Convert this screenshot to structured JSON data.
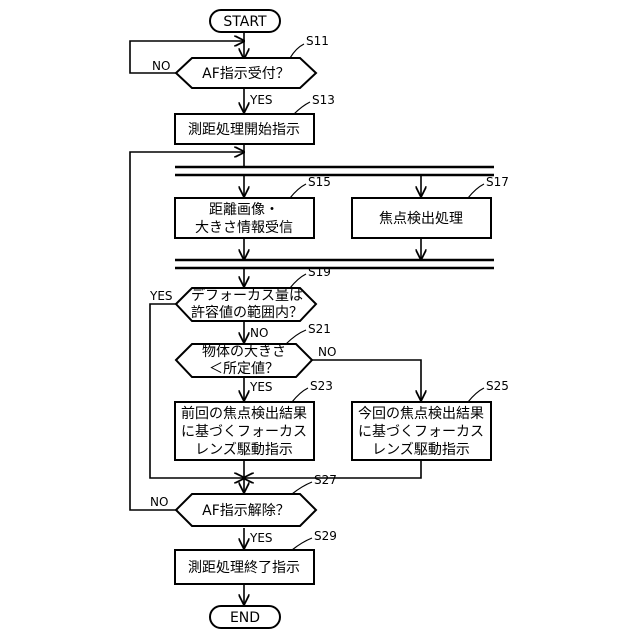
{
  "start": "START",
  "end": "END",
  "steps": {
    "s11": {
      "id": "S11",
      "text": "AF指示受付？"
    },
    "s13": {
      "id": "S13",
      "text": "測距処理開始指示"
    },
    "s15": {
      "id": "S15",
      "line1": "距離画像・",
      "line2": "大きさ情報受信"
    },
    "s17": {
      "id": "S17",
      "text": "焦点検出処理"
    },
    "s19": {
      "id": "S19",
      "line1": "デフォーカス量は",
      "line2": "許容値の範囲内？"
    },
    "s21": {
      "id": "S21",
      "line1": "物体の大きさ",
      "line2": "＜所定値？"
    },
    "s23": {
      "id": "S23",
      "line1": "前回の焦点検出結果",
      "line2": "に基づくフォーカス",
      "line3": "レンズ駆動指示"
    },
    "s25": {
      "id": "S25",
      "line1": "今回の焦点検出結果",
      "line2": "に基づくフォーカス",
      "line3": "レンズ駆動指示"
    },
    "s27": {
      "id": "S27",
      "text": "AF指示解除？"
    },
    "s29": {
      "id": "S29",
      "text": "測距処理終了指示"
    }
  },
  "branches": {
    "s11_no": "NO",
    "s11_yes": "YES",
    "s19_yes": "YES",
    "s19_no": "NO",
    "s21_no": "NO",
    "s21_yes": "YES",
    "s27_no": "NO",
    "s27_yes": "YES"
  }
}
